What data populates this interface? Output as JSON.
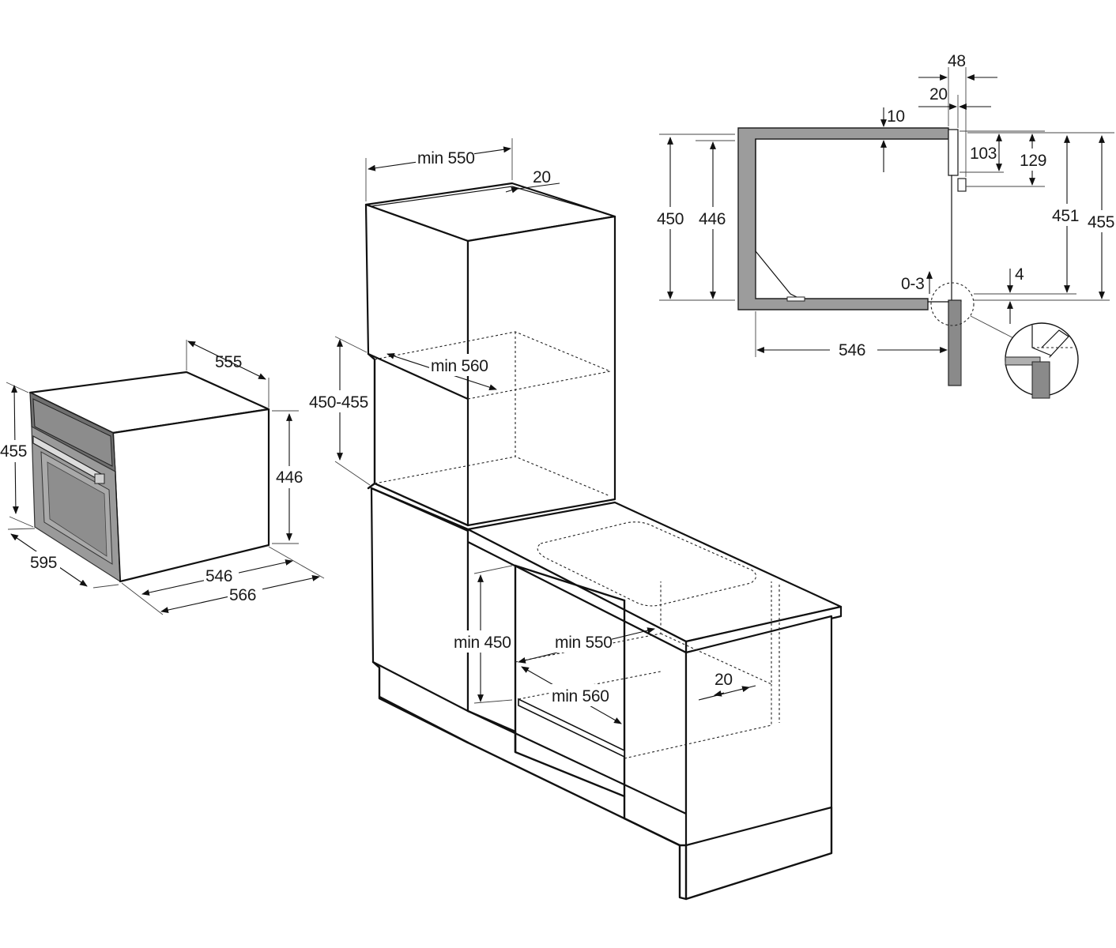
{
  "oven_view": {
    "width": "595",
    "height_total": "455",
    "height_niche": "446",
    "depth": "555",
    "depth_body": "546",
    "depth_total": "566"
  },
  "cabinet_view": {
    "top_min_depth": "min 550",
    "top_gap": "20",
    "niche_min_depth_top": "min 560",
    "niche_height": "450-455",
    "lower_min_height": "min 450",
    "lower_min_depth": "min 550",
    "lower_niche_depth": "min 560",
    "lower_gap": "20"
  },
  "section_view": {
    "d48": "48",
    "d20": "20",
    "d10": "10",
    "d103": "103",
    "d129": "129",
    "d450": "450",
    "d446": "446",
    "d451": "451",
    "d455": "455",
    "d03": "0-3",
    "d4": "4",
    "d546": "546"
  }
}
